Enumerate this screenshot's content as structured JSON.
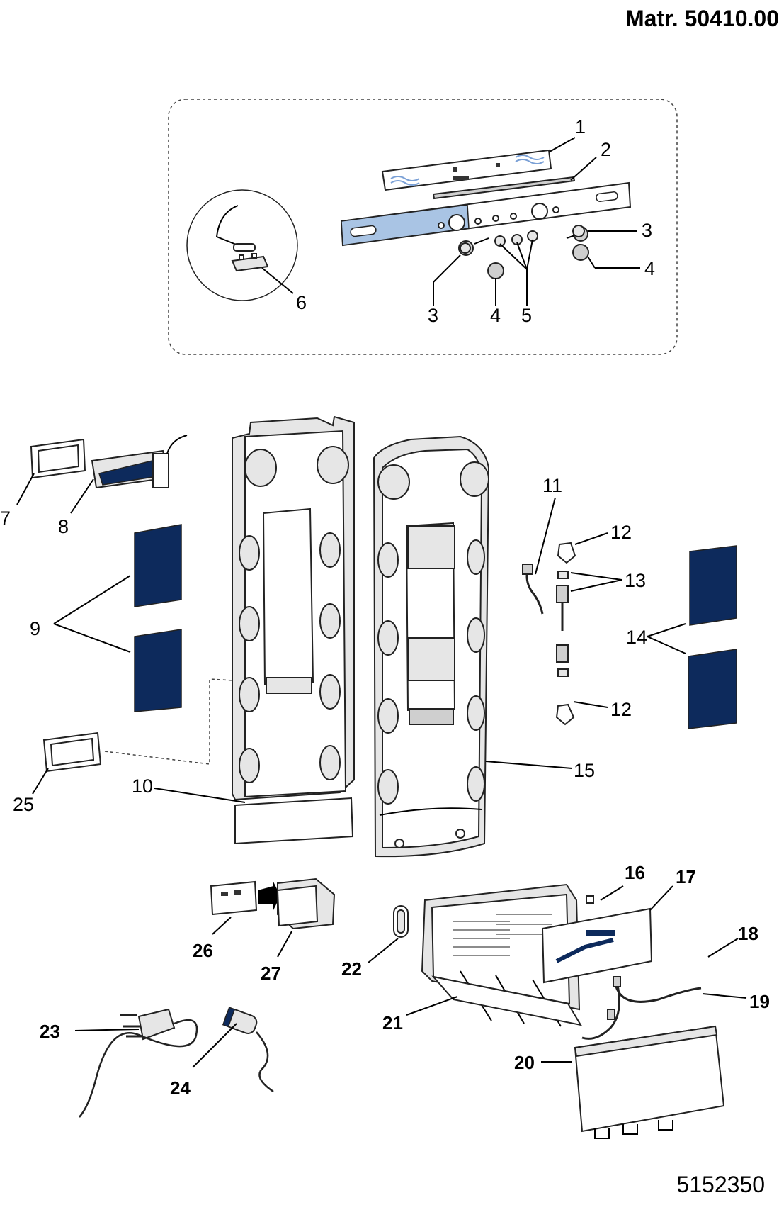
{
  "header": {
    "material_number": "Matr. 50410.00"
  },
  "footer": {
    "document_number": "5152350"
  },
  "colors": {
    "navy_panel": "#0d2a5c",
    "blue_strip": "#a9c4e4",
    "line": "#000000",
    "outline": "#222222"
  },
  "callouts": {
    "c1": "1",
    "c2": "2",
    "c3a": "3",
    "c3b": "3",
    "c4a": "4",
    "c4b": "4",
    "c5": "5",
    "c6": "6",
    "c7": "7",
    "c8": "8",
    "c9": "9",
    "c10": "10",
    "c11": "11",
    "c12a": "12",
    "c12b": "12",
    "c13": "13",
    "c14": "14",
    "c15": "15",
    "c16": "16",
    "c17": "17",
    "c18": "18",
    "c19": "19",
    "c20": "20",
    "c21": "21",
    "c22": "22",
    "c23": "23",
    "c24": "24",
    "c25": "25",
    "c26": "26",
    "c27": "27"
  }
}
